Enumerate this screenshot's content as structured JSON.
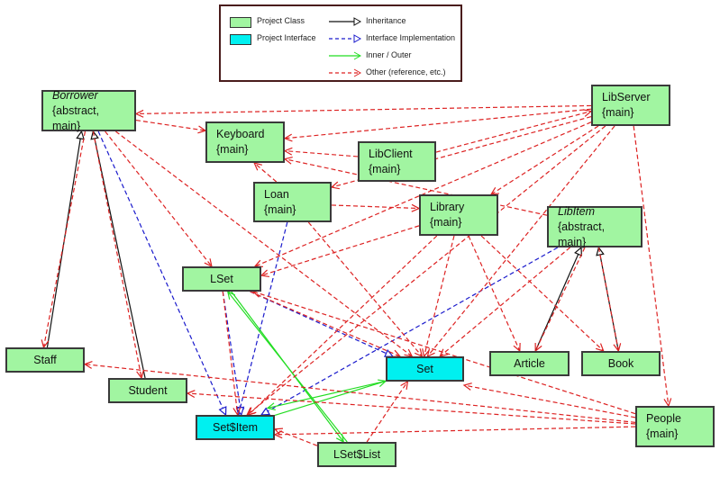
{
  "legend": {
    "items": [
      {
        "kind": "swatch",
        "label": "Project Class",
        "color": "#a1f5a1"
      },
      {
        "kind": "swatch",
        "label": "Project Interface",
        "color": "#00f0f0"
      },
      {
        "kind": "line",
        "label": "Inheritance",
        "color": "#000000",
        "style": "solid",
        "head": "triangle"
      },
      {
        "kind": "line",
        "label": "Interface Implementation",
        "color": "#1a1acc",
        "style": "dashed",
        "head": "triangle"
      },
      {
        "kind": "line",
        "label": "Inner / Outer",
        "color": "#22dd22",
        "style": "solid",
        "head": "open"
      },
      {
        "kind": "line",
        "label": "Other (reference, etc.)",
        "color": "#dd2222",
        "style": "dashed",
        "head": "open"
      }
    ]
  },
  "nodes": {
    "borrower": {
      "name": "Borrower",
      "stereo": "{abstract, main}",
      "type": "class",
      "italic": true
    },
    "keyboard": {
      "name": "Keyboard",
      "stereo": "{main}",
      "type": "class",
      "italic": false
    },
    "libclient": {
      "name": "LibClient",
      "stereo": "{main}",
      "type": "class",
      "italic": false
    },
    "libserver": {
      "name": "LibServer",
      "stereo": "{main}",
      "type": "class",
      "italic": false
    },
    "loan": {
      "name": "Loan",
      "stereo": "{main}",
      "type": "class",
      "italic": false
    },
    "library": {
      "name": "Library",
      "stereo": "{main}",
      "type": "class",
      "italic": false
    },
    "libitem": {
      "name": "LibItem",
      "stereo": "{abstract, main}",
      "type": "class",
      "italic": true
    },
    "lset": {
      "name": "LSet",
      "stereo": "",
      "type": "class",
      "italic": false
    },
    "staff": {
      "name": "Staff",
      "stereo": "",
      "type": "class",
      "italic": false
    },
    "student": {
      "name": "Student",
      "stereo": "",
      "type": "class",
      "italic": false
    },
    "set": {
      "name": "Set",
      "stereo": "",
      "type": "interface",
      "italic": false
    },
    "article": {
      "name": "Article",
      "stereo": "",
      "type": "class",
      "italic": false
    },
    "book": {
      "name": "Book",
      "stereo": "",
      "type": "class",
      "italic": false
    },
    "setitem": {
      "name": "Set$Item",
      "stereo": "",
      "type": "interface",
      "italic": false
    },
    "lsetlist": {
      "name": "LSet$List",
      "stereo": "",
      "type": "class",
      "italic": false
    },
    "people": {
      "name": "People",
      "stereo": "{main}",
      "type": "class",
      "italic": false
    }
  },
  "edges": [
    {
      "from": "staff",
      "to": "borrower",
      "kind": "inheritance"
    },
    {
      "from": "student",
      "to": "borrower",
      "kind": "inheritance"
    },
    {
      "from": "article",
      "to": "libitem",
      "kind": "inheritance"
    },
    {
      "from": "book",
      "to": "libitem",
      "kind": "inheritance"
    },
    {
      "from": "borrower",
      "to": "setitem",
      "kind": "implementation"
    },
    {
      "from": "loan",
      "to": "setitem",
      "kind": "implementation"
    },
    {
      "from": "lset",
      "to": "set",
      "kind": "implementation"
    },
    {
      "from": "libitem",
      "to": "setitem",
      "kind": "implementation"
    },
    {
      "from": "lset",
      "to": "setitem",
      "kind": "implementation"
    },
    {
      "from": "lset",
      "to": "lsetlist",
      "kind": "inner"
    },
    {
      "from": "lsetlist",
      "to": "lset",
      "kind": "inner"
    },
    {
      "from": "set",
      "to": "setitem",
      "kind": "inner"
    },
    {
      "from": "setitem",
      "to": "set",
      "kind": "inner"
    },
    {
      "from": "borrower",
      "to": "keyboard",
      "kind": "other"
    },
    {
      "from": "libserver",
      "to": "borrower",
      "kind": "other"
    },
    {
      "from": "borrower",
      "to": "staff",
      "kind": "other"
    },
    {
      "from": "borrower",
      "to": "student",
      "kind": "other"
    },
    {
      "from": "borrower",
      "to": "lset",
      "kind": "other"
    },
    {
      "from": "borrower",
      "to": "set",
      "kind": "other"
    },
    {
      "from": "libserver",
      "to": "keyboard",
      "kind": "other"
    },
    {
      "from": "libclient",
      "to": "keyboard",
      "kind": "other"
    },
    {
      "from": "libitem",
      "to": "keyboard",
      "kind": "other"
    },
    {
      "from": "loan",
      "to": "keyboard",
      "kind": "other"
    },
    {
      "from": "libclient",
      "to": "libserver",
      "kind": "other"
    },
    {
      "from": "libserver",
      "to": "loan",
      "kind": "other"
    },
    {
      "from": "loan",
      "to": "library",
      "kind": "other"
    },
    {
      "from": "loan",
      "to": "set",
      "kind": "other"
    },
    {
      "from": "libserver",
      "to": "library",
      "kind": "other"
    },
    {
      "from": "libserver",
      "to": "lset",
      "kind": "other"
    },
    {
      "from": "library",
      "to": "lset",
      "kind": "other"
    },
    {
      "from": "libserver",
      "to": "setitem",
      "kind": "other"
    },
    {
      "from": "libserver",
      "to": "set",
      "kind": "other"
    },
    {
      "from": "libserver",
      "to": "people",
      "kind": "other"
    },
    {
      "from": "library",
      "to": "setitem",
      "kind": "other"
    },
    {
      "from": "library",
      "to": "set",
      "kind": "other"
    },
    {
      "from": "library",
      "to": "article",
      "kind": "other"
    },
    {
      "from": "library",
      "to": "book",
      "kind": "other"
    },
    {
      "from": "libitem",
      "to": "set",
      "kind": "other"
    },
    {
      "from": "libitem",
      "to": "article",
      "kind": "other"
    },
    {
      "from": "libitem",
      "to": "book",
      "kind": "other"
    },
    {
      "from": "lset",
      "to": "setitem",
      "kind": "other"
    },
    {
      "from": "lset",
      "to": "set",
      "kind": "other"
    },
    {
      "from": "people",
      "to": "lset",
      "kind": "other"
    },
    {
      "from": "people",
      "to": "staff",
      "kind": "other"
    },
    {
      "from": "people",
      "to": "student",
      "kind": "other"
    },
    {
      "from": "people",
      "to": "setitem",
      "kind": "other"
    },
    {
      "from": "people",
      "to": "set",
      "kind": "other"
    },
    {
      "from": "lsetlist",
      "to": "setitem",
      "kind": "other"
    },
    {
      "from": "lsetlist",
      "to": "set",
      "kind": "other"
    }
  ],
  "edge_styles": {
    "inheritance": {
      "color": "#111111",
      "dashed": false,
      "head": "triangle"
    },
    "implementation": {
      "color": "#1a1acc",
      "dashed": true,
      "head": "triangle"
    },
    "inner": {
      "color": "#22dd22",
      "dashed": false,
      "head": "open"
    },
    "other": {
      "color": "#dd2222",
      "dashed": true,
      "head": "open"
    }
  }
}
